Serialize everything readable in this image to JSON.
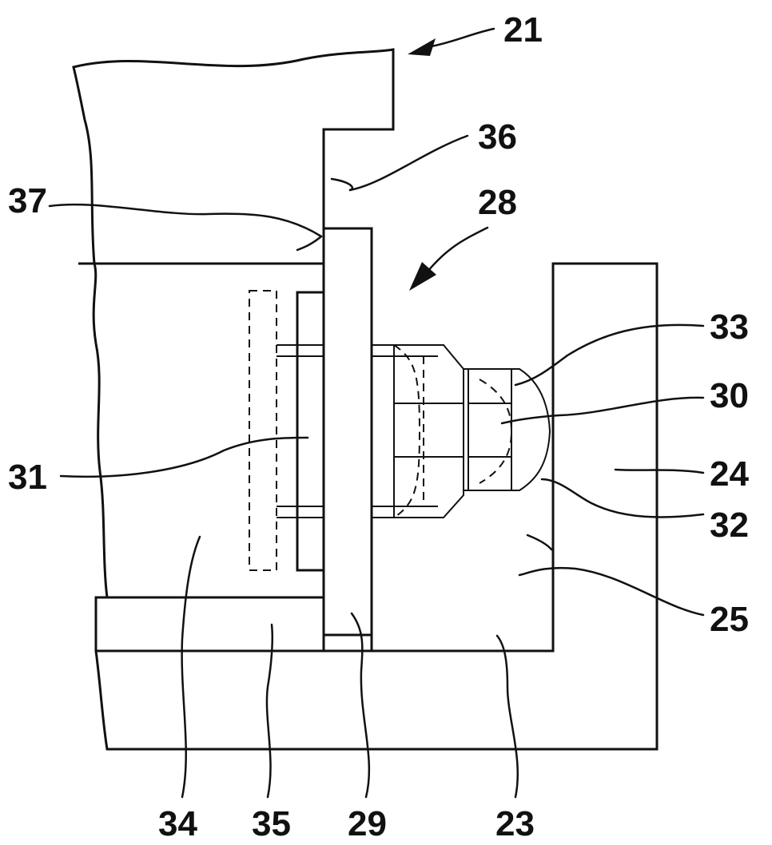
{
  "labels": {
    "r21": "21",
    "r36": "36",
    "r37": "37",
    "r28": "28",
    "r33": "33",
    "r30": "30",
    "r31": "31",
    "r24": "24",
    "r32": "32",
    "r25": "25",
    "r34": "34",
    "r35": "35",
    "r29": "29",
    "r23": "23"
  }
}
